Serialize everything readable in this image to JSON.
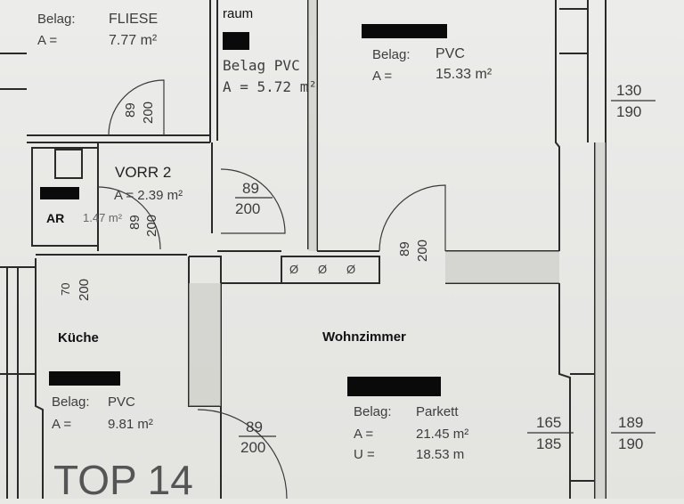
{
  "rooms": {
    "bad": {
      "label_belag": "Belag:",
      "value_belag": "FLIESE",
      "label_a": "A =",
      "value_a": "7.77 m²"
    },
    "abstellraum": {
      "title_suffix": "raum",
      "belag_line": "Belag PVC",
      "area_line": "A =   5.72 m²"
    },
    "schlafzimmer": {
      "label_belag": "Belag:",
      "value_belag": "PVC",
      "label_a": "A =",
      "value_a": "15.33 m²"
    },
    "vorraum": {
      "name": "VORR 2",
      "area_line": "A = 2.39 m²"
    },
    "ar": {
      "name": "AR",
      "area": "1.47 m²"
    },
    "kueche": {
      "name": "Küche",
      "label_belag": "Belag:",
      "value_belag": "PVC",
      "label_a": "A =",
      "value_a": "9.81 m²"
    },
    "wohnzimmer": {
      "name": "Wohnzimmer",
      "label_belag": "Belag:",
      "value_belag": "Parkett",
      "label_a": "A =",
      "value_a": "21.45 m²",
      "label_u": "U =",
      "value_u": "18.53 m"
    }
  },
  "doors": {
    "bad_door": {
      "w": "89",
      "h": "200"
    },
    "abstell_door": {
      "w": "89",
      "h": "200"
    },
    "vorraum_door": {
      "w": "89",
      "h": "200"
    },
    "ar_door": {
      "w": "70",
      "h": "200"
    },
    "wohn_door": {
      "w": "89",
      "h": "200"
    },
    "kueche_door": {
      "w": "89",
      "h": "200"
    }
  },
  "windows": {
    "schlaf_window": {
      "w": "130",
      "h": "190"
    },
    "wohn_window_1": {
      "w": "165",
      "h": "185"
    },
    "wohn_window_2": {
      "w": "189",
      "h": "190"
    }
  },
  "vents": [
    "Ø",
    "Ø",
    "Ø"
  ],
  "unit_label": "TOP 14"
}
